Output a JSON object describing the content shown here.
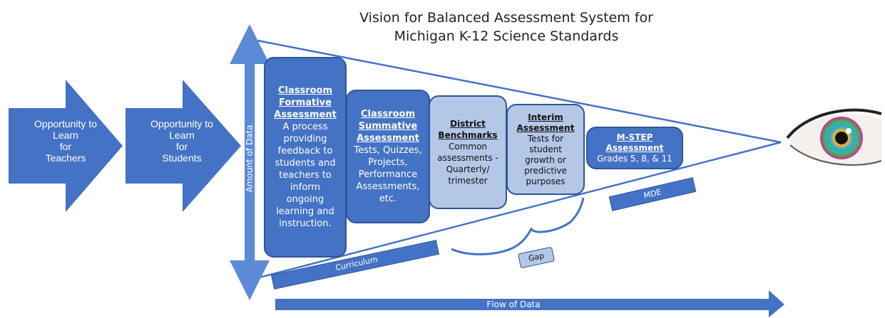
{
  "title": {
    "line1": "Vision for Balanced Assessment System for",
    "line2": "Michigan K-12 Science Standards"
  },
  "opportunity_arrows": [
    {
      "lines": [
        "Opportunity to",
        "Learn",
        "for",
        "Teachers"
      ]
    },
    {
      "lines": [
        "Opportunity to",
        "Learn",
        "for",
        "Students"
      ]
    }
  ],
  "amount_label": "Amount of Data",
  "boxes": [
    {
      "heading": [
        "Classroom",
        "Formative",
        "Assessment"
      ],
      "body": [
        "A process",
        "providing",
        "feedback to",
        "students and",
        "teachers to",
        "inform",
        "ongoing",
        "learning and",
        "instruction."
      ]
    },
    {
      "heading": [
        "Classroom",
        "Summative",
        "Assessment"
      ],
      "body": [
        "Tests, Quizzes,",
        "Projects,",
        "Performance",
        "Assessments,",
        "etc."
      ]
    },
    {
      "heading": [
        "District",
        "Benchmarks"
      ],
      "body": [
        "Common",
        "assessments -",
        "Quarterly/",
        "trimester"
      ]
    },
    {
      "heading": [
        "Interim",
        "Assessment"
      ],
      "body": [
        "Tests for",
        "student",
        "growth or",
        "predictive",
        "purposes"
      ]
    },
    {
      "heading": [
        "M-STEP",
        "Assessment"
      ],
      "body": [
        "Grades 5, 8, & 11"
      ]
    }
  ],
  "tags": {
    "curriculum": "Curriculum",
    "gap": "Gap",
    "mde": "MDE",
    "flow": "Flow of Data"
  },
  "icons": {
    "eye": "eye-icon"
  },
  "colors": {
    "dark": "#4472c4",
    "light": "#b4c7e7",
    "border": "#2e5597"
  }
}
